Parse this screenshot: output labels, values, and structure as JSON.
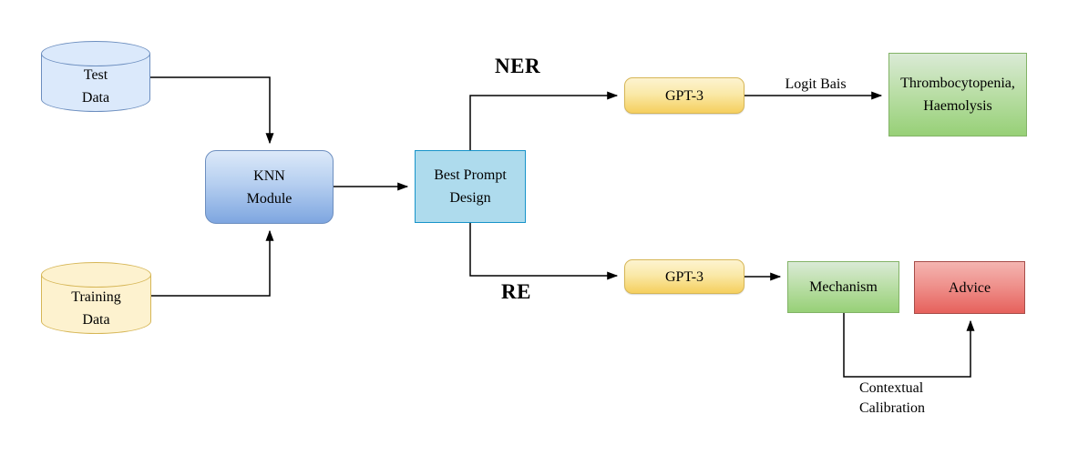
{
  "diagram": {
    "title": "KNN prompt design pipeline for NER and RE with GPT-3",
    "nodes": {
      "test_data": {
        "line1": "Test",
        "line2": "Data",
        "shape": "cylinder",
        "fill": "#dbe9fb",
        "border": "#6c8ebf"
      },
      "training_data": {
        "line1": "Training",
        "line2": "Data",
        "shape": "cylinder",
        "fill": "#fdf2cf",
        "border": "#d6b656"
      },
      "knn_module": {
        "line1": "KNN",
        "line2": "Module",
        "shape": "rounded-rect",
        "fill_top": "#dce9f9",
        "fill_bottom": "#7ea6e0",
        "border": "#6c8ebf"
      },
      "best_prompt_design": {
        "line1": "Best Prompt",
        "line2": "Design",
        "shape": "rect",
        "fill": "#aedbed",
        "border": "#1793c9"
      },
      "gpt3_ner": {
        "label": "GPT-3",
        "shape": "rounded-rect",
        "fill_top": "#fdf3d0",
        "fill_bottom": "#f5cf5e",
        "border": "#d6b656"
      },
      "gpt3_re": {
        "label": "GPT-3",
        "shape": "rounded-rect",
        "fill_top": "#fdf3d0",
        "fill_bottom": "#f5cf5e",
        "border": "#d6b656"
      },
      "ner_output": {
        "line1": "Thrombocytopenia,",
        "line2": "Haemolysis",
        "shape": "rect",
        "fill_top": "#daead6",
        "fill_bottom": "#97d077",
        "border": "#82b366"
      },
      "mechanism": {
        "label": "Mechanism",
        "shape": "rect",
        "fill_top": "#daead6",
        "fill_bottom": "#97d077",
        "border": "#82b366"
      },
      "advice": {
        "label": "Advice",
        "shape": "rect",
        "fill_top": "#f4b5b1",
        "fill_bottom": "#e6615c",
        "border": "#a64d49"
      }
    },
    "edge_labels": {
      "ner": "NER",
      "re": "RE",
      "logit_bias": "Logit Bais",
      "contextual_line1": "Contextual",
      "contextual_line2": "Calibration"
    },
    "edges": [
      "Test Data -> KNN Module",
      "Training Data -> KNN Module",
      "KNN Module -> Best Prompt Design",
      "Best Prompt Design -> GPT-3 (NER)",
      "GPT-3 (NER) -> Thrombocytopenia, Haemolysis (Logit Bais)",
      "Best Prompt Design -> GPT-3 (RE)",
      "GPT-3 (RE) -> Mechanism",
      "Mechanism -> Advice (Contextual Calibration)"
    ],
    "colors": {
      "connector": "#000000",
      "background": "#ffffff"
    }
  }
}
